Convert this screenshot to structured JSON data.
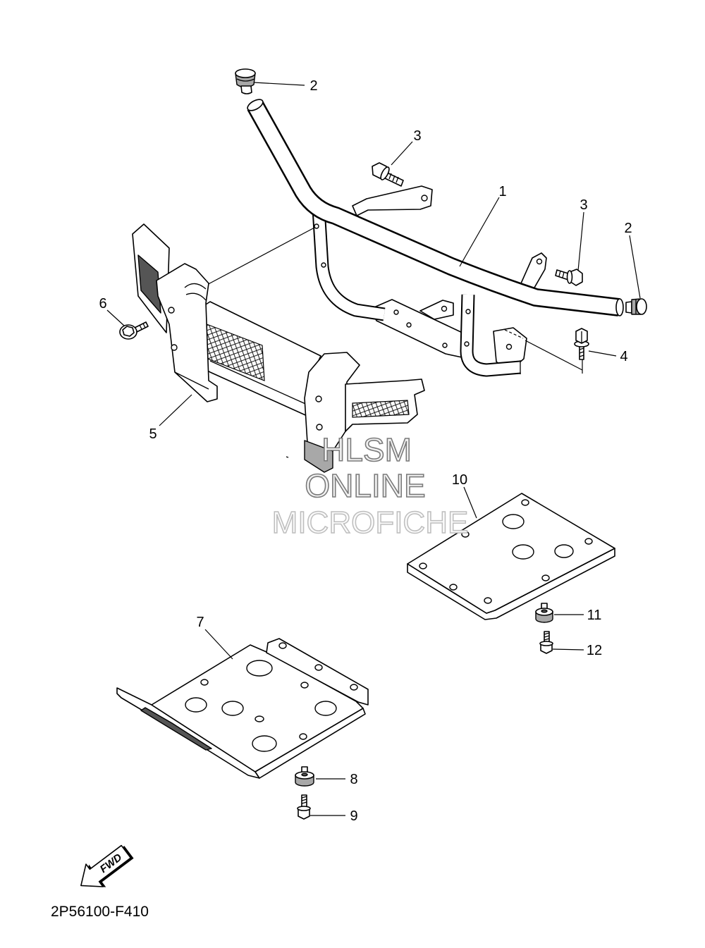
{
  "callouts": [
    "2",
    "3",
    "1",
    "3",
    "2",
    "6",
    "4",
    "5",
    "10",
    "11",
    "12",
    "7",
    "8",
    "9"
  ],
  "watermark": {
    "line1": "HLSM",
    "line2": "ONLINE",
    "line3": "MICROFICHE"
  },
  "fwd_label": "FWD",
  "diagram_code": "2P56100-F410"
}
